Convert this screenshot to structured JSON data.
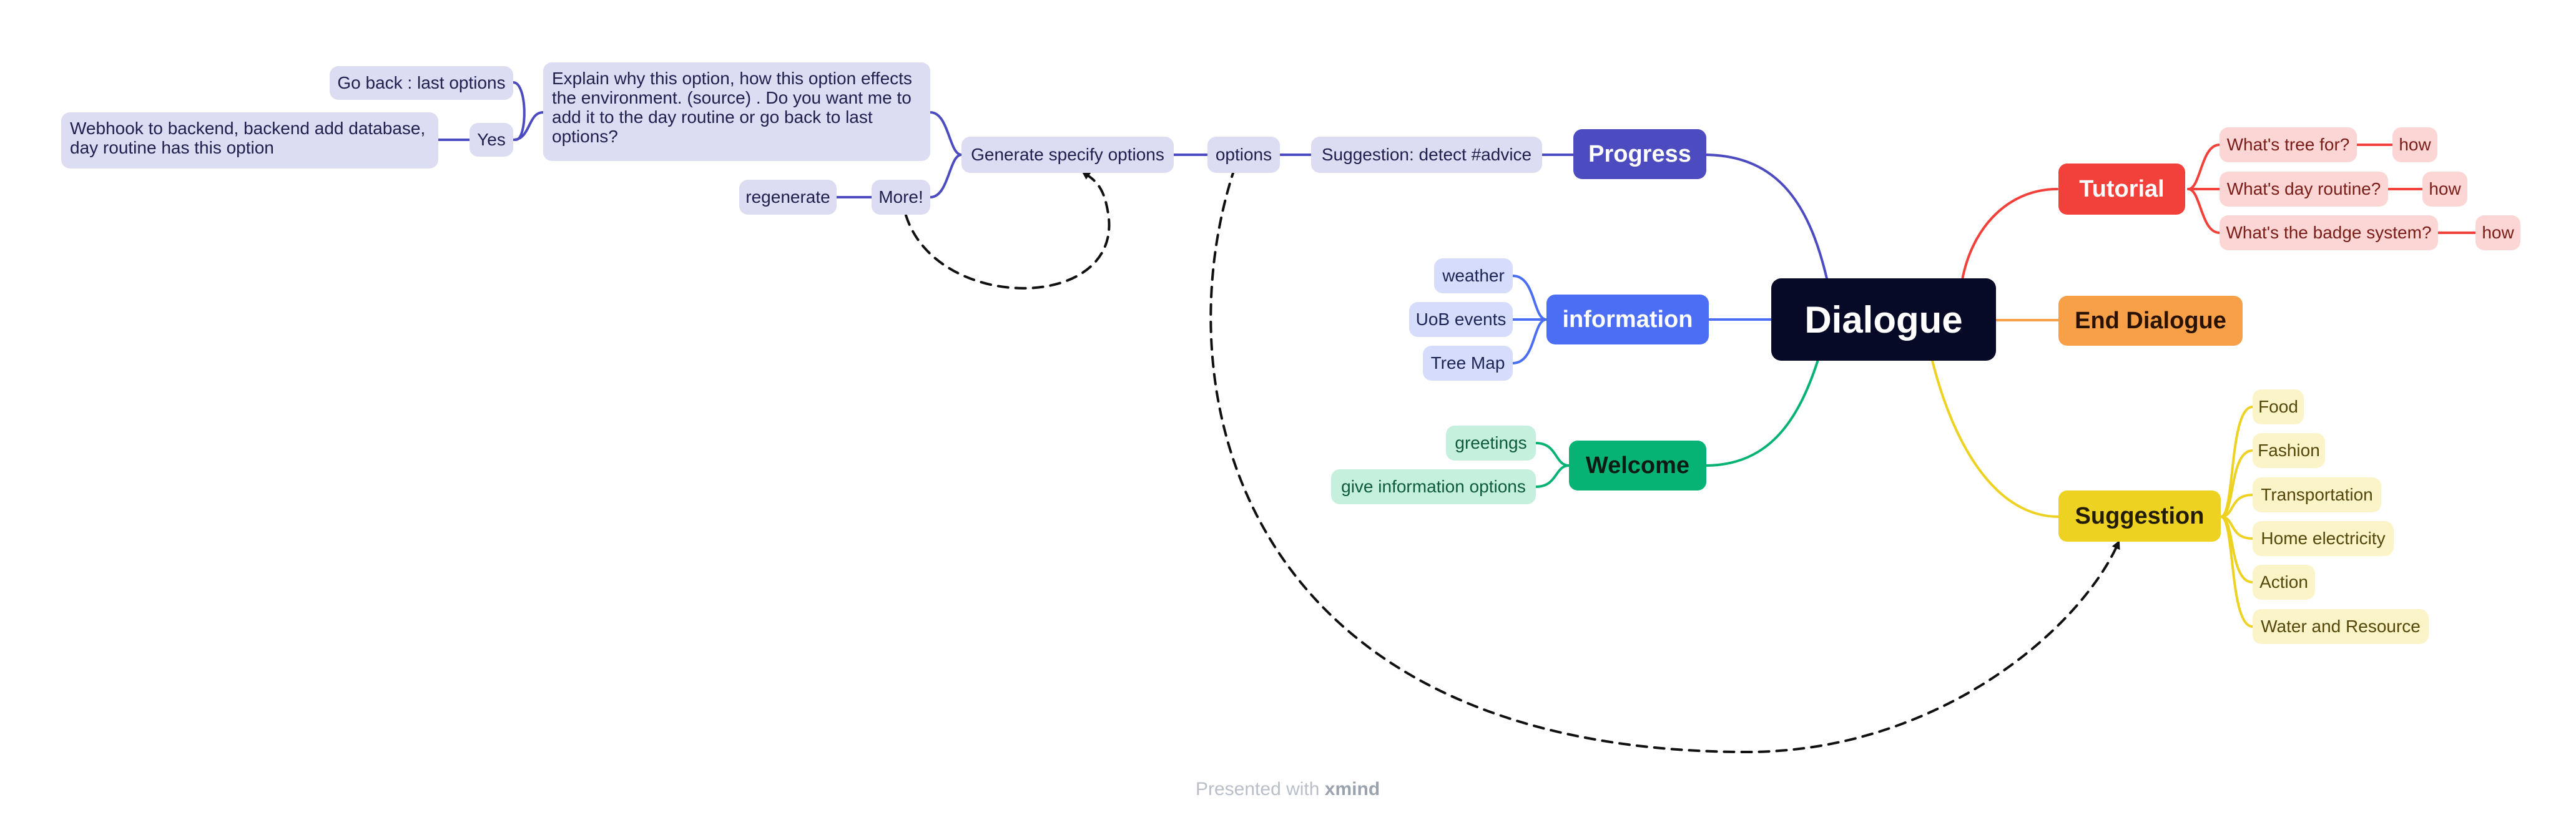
{
  "root": {
    "label": "Dialogue"
  },
  "colors": {
    "progress": "#4c4bbf",
    "information": "#4b6ef5",
    "welcome": "#06b374",
    "tutorial": "#f2403b",
    "end_dialogue": "#f7a048",
    "suggestion": "#eed221",
    "root": "#060a26"
  },
  "progress": {
    "label": "Progress",
    "suggestion_detect": "Suggestion: detect #advice",
    "options": "options",
    "generate": "Generate specify options",
    "explain": "Explain why this option, how this option effects the environment. (source) . Do you want me to add it to the day routine or go back to last options?",
    "yes": "Yes",
    "go_back": "Go back : last options",
    "webhook": "Webhook to backend, backend add database, day routine has this option",
    "more": "More!",
    "regenerate": "regenerate"
  },
  "information": {
    "label": "information",
    "items": [
      "weather",
      "UoB events",
      "Tree Map"
    ]
  },
  "welcome": {
    "label": "Welcome",
    "items": [
      "greetings",
      "give information options"
    ]
  },
  "tutorial": {
    "label": "Tutorial",
    "items": [
      "What's tree for?",
      "What's day routine?",
      "What's the badge system?"
    ],
    "how": "how"
  },
  "end_dialogue": {
    "label": "End Dialogue"
  },
  "suggestion": {
    "label": "Suggestion",
    "items": [
      "Food",
      "Fashion",
      "Transportation",
      "Home electricity",
      "Action",
      "Water and Resource"
    ]
  },
  "footer": {
    "presented_with": "Presented with",
    "brand": "xmind"
  }
}
